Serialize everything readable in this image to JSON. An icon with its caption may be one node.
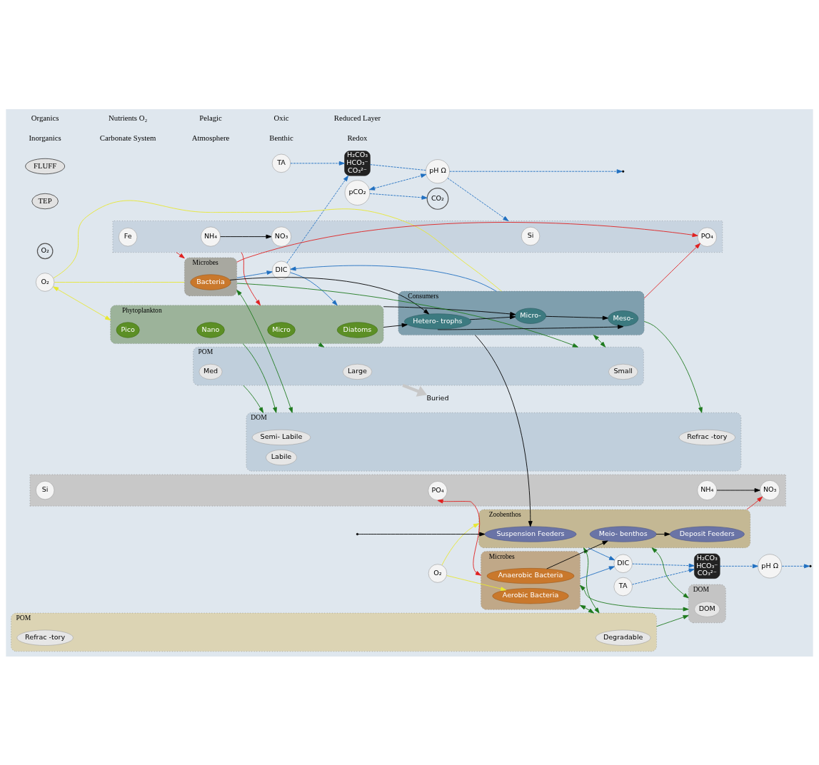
{
  "diagram": {
    "nodes": [
      {
        "text": [
          "CO₂"
        ]
      },
      {
        "text": [
          "O₂"
        ]
      },
      {
        "text": [
          "DIC"
        ]
      },
      {
        "text": [
          "O₂"
        ]
      },
      {
        "text": [
          "pCO₂"
        ]
      },
      {
        "text": [
          "H₂CO₃",
          "HCO₃⁻",
          "CO₃²⁻"
        ]
      },
      {
        "text": [],
        "shape": "box"
      },
      {
        "text": [
          "Fe"
        ],
        "in": 6
      },
      {
        "text": [
          "Si"
        ],
        "in": 6
      },
      {
        "text": [
          "PO₄"
        ],
        "in": 6
      },
      {
        "text": [
          "NO₃"
        ],
        "in": 6
      },
      {
        "text": [
          "NH₄"
        ],
        "in": 6
      },
      {
        "text": [
          "pH Ω"
        ]
      },
      {
        "text": [
          "TA"
        ]
      },
      {
        "text": [
          "Phytoplankton"
        ]
      },
      {
        "text": [
          "Pico"
        ],
        "in": 14
      },
      {
        "text": [
          "Nano"
        ],
        "in": 14
      },
      {
        "text": [
          "Micro"
        ],
        "in": 14
      },
      {
        "text": [
          "Diatoms"
        ],
        "in": 14
      },
      {
        "text": [
          "TEP"
        ]
      },
      {
        "text": [
          "DOM"
        ]
      },
      {
        "text": [
          "Labile"
        ],
        "in": 20
      },
      {
        "text": [
          "Semi- Labile"
        ],
        "in": 20
      },
      {
        "text": [
          "Refrac -tory"
        ],
        "in": 20
      },
      {
        "text": [
          "Microbes"
        ]
      },
      {
        "text": [
          "Bacteria"
        ],
        "in": 24
      },
      {
        "text": [
          "Consumers"
        ]
      },
      {
        "text": [
          "Hetero- trophs"
        ],
        "in": 26
      },
      {
        "text": [
          "Micro-"
        ],
        "in": 26
      },
      {
        "text": [
          "Meso-"
        ],
        "in": 26
      },
      {
        "text": [
          "POM"
        ]
      },
      {
        "text": [
          "Med"
        ],
        "in": 30
      },
      {
        "text": [
          "Small"
        ],
        "in": 30
      },
      {
        "text": [
          "Large"
        ],
        "in": 30
      },
      {
        "text": [
          "DIC"
        ]
      },
      {
        "text": [
          "O₂"
        ]
      },
      {
        "text": [
          "H₂CO₃",
          "HCO₃⁻",
          "CO₃²⁻"
        ]
      },
      {
        "text": [],
        "shape": "box"
      },
      {
        "text": [
          "Si"
        ],
        "in": 37
      },
      {
        "text": [
          "PO₄"
        ],
        "in": 37
      },
      {
        "text": [
          "NO₃"
        ],
        "in": 37
      },
      {
        "text": [
          "NH₄"
        ],
        "in": 37
      },
      {
        "text": [
          "TA"
        ]
      },
      {
        "text": [
          "pH Ω"
        ]
      },
      {
        "text": [
          "Zoobenthos"
        ]
      },
      {
        "text": [
          "Suspension Feeders"
        ],
        "in": 44
      },
      {
        "text": [
          "Meio- benthos"
        ],
        "in": 44
      },
      {
        "text": [
          "Deposit Feeders"
        ],
        "in": 44
      },
      {
        "text": [
          "Microbes"
        ]
      },
      {
        "text": [
          "Aerobic Bacteria"
        ],
        "in": 48
      },
      {
        "text": [
          "Anaerobic Bacteria"
        ],
        "in": 48
      },
      {
        "text": [
          "FLUFF"
        ]
      },
      {
        "text": [
          "POM"
        ]
      },
      {
        "text": [
          "Degradable"
        ],
        "in": 52
      },
      {
        "text": [
          "Refrac -tory"
        ],
        "in": 52
      },
      {
        "text": [
          "DOM"
        ]
      },
      {
        "text": [
          "DOM"
        ],
        "in": 55
      },
      {
        "text": [
          "Buried"
        ]
      }
    ],
    "edges": [
      {
        "from": 4,
        "to": 0,
        "arrow": "to",
        "style": "dashed"
      },
      {
        "from": 2,
        "to": 5,
        "arrow": "to",
        "style": "dashed"
      },
      {
        "from": 4,
        "to": 12,
        "arrow": "both",
        "style": "dashed"
      },
      {
        "from": 5,
        "to": 12,
        "arrow": "none",
        "style": "dashed"
      },
      {
        "from": 13,
        "to": 5,
        "arrow": "to",
        "style": "dashed"
      },
      {
        "from": 12,
        "to": 6,
        "arrow": "to",
        "style": "dashed"
      },
      {
        "from": 12,
        "to": null,
        "arrow": "to",
        "style": "dashed"
      },
      {
        "from": 3,
        "to": 14,
        "arrow": "both",
        "color": "#e8e830"
      },
      {
        "from": 3,
        "to": 24,
        "arrow": "none",
        "color": "#e8e830"
      },
      {
        "from": 3,
        "to": 26,
        "arrow": "none",
        "color": "#e8e830"
      },
      {
        "from": 2,
        "to": 14,
        "arrow": "to"
      },
      {
        "from": 24,
        "to": 2,
        "arrow": "to"
      },
      {
        "from": 26,
        "to": 2,
        "arrow": "to"
      },
      {
        "from": 6,
        "to": 14,
        "arrow": "to",
        "color": "#e02020"
      },
      {
        "from": 6,
        "to": 24,
        "arrow": "to",
        "color": "#e02020"
      },
      {
        "from": 24,
        "to": 9,
        "arrow": "to",
        "color": "#e02020"
      },
      {
        "from": 26,
        "to": 9,
        "arrow": "to",
        "color": "#e02020"
      },
      {
        "from": 11,
        "to": 10,
        "arrow": "to",
        "color": "#000000"
      },
      {
        "from": 14,
        "to": 27,
        "arrow": "to",
        "color": "#000000"
      },
      {
        "from": 14,
        "to": 28,
        "arrow": "to",
        "color": "#000000"
      },
      {
        "from": 25,
        "to": 27,
        "arrow": "to",
        "color": "#000000"
      },
      {
        "from": 27,
        "to": 28,
        "arrow": "to",
        "color": "#000000"
      },
      {
        "from": 28,
        "to": 29,
        "arrow": "to",
        "color": "#000000"
      },
      {
        "from": 27,
        "to": 29,
        "arrow": "to",
        "color": "#000000"
      },
      {
        "from": 14,
        "to": 20,
        "arrow": "to",
        "color": "#1e7a1e"
      },
      {
        "from": 14,
        "to": 30,
        "arrow": "to",
        "color": "#1e7a1e"
      },
      {
        "from": 24,
        "to": 20,
        "arrow": "both",
        "color": "#1e7a1e"
      },
      {
        "from": 24,
        "to": 30,
        "arrow": "to",
        "color": "#1e7a1e"
      },
      {
        "from": 26,
        "to": 20,
        "arrow": "to",
        "color": "#1e7a1e"
      },
      {
        "from": 30,
        "to": 20,
        "arrow": "to",
        "color": "#1e7a1e"
      },
      {
        "from": 26,
        "to": 30,
        "arrow": "both",
        "color": "#1e7a1e"
      },
      {
        "from": 30,
        "to": 57,
        "arrow": "to",
        "color": "#c8c8c8",
        "style": "thick"
      },
      {
        "from": 26,
        "to": 45,
        "arrow": "to",
        "color": "#000000"
      },
      {
        "from": null,
        "to": 45,
        "arrow": "to",
        "color": "#000000"
      },
      {
        "from": 34,
        "to": 36,
        "arrow": "to",
        "style": "dashed"
      },
      {
        "from": 36,
        "to": 43,
        "arrow": "to",
        "style": "dashed"
      },
      {
        "from": 42,
        "to": 36,
        "arrow": "to",
        "style": "dashed"
      },
      {
        "from": 43,
        "to": null,
        "arrow": "to",
        "style": "dashed"
      },
      {
        "from": 44,
        "to": 34,
        "arrow": "to"
      },
      {
        "from": 48,
        "to": 34,
        "arrow": "to"
      },
      {
        "from": 35,
        "to": 44,
        "arrow": "to",
        "color": "#e8e830"
      },
      {
        "from": 35,
        "to": 49,
        "arrow": "to",
        "color": "#e8e830"
      },
      {
        "from": 39,
        "to": 48,
        "arrow": "both",
        "color": "#e02020"
      },
      {
        "from": 44,
        "to": 40,
        "arrow": "to",
        "color": "#e02020"
      },
      {
        "from": 41,
        "to": 40,
        "arrow": "to",
        "color": "#000000"
      },
      {
        "from": 50,
        "to": 46,
        "arrow": "to",
        "color": "#000000"
      },
      {
        "from": 46,
        "to": 47,
        "arrow": "to",
        "color": "#000000"
      },
      {
        "from": 44,
        "to": 52,
        "arrow": "both",
        "color": "#1e7a1e"
      },
      {
        "from": 44,
        "to": 55,
        "arrow": "both",
        "color": "#1e7a1e"
      },
      {
        "from": 48,
        "to": 52,
        "arrow": "both",
        "color": "#1e7a1e"
      },
      {
        "from": 48,
        "to": 55,
        "arrow": "both",
        "color": "#1e7a1e"
      },
      {
        "from": 52,
        "to": 55,
        "arrow": "to",
        "color": "#1e7a1e"
      }
    ],
    "labels": [
      "Inorganics",
      "Organics",
      "Carbonate System",
      "Nutrients O₂",
      "Atmosphere",
      "Pelagic",
      "Benthic",
      "Oxic",
      "Redox",
      "Reduced Layer"
    ]
  }
}
